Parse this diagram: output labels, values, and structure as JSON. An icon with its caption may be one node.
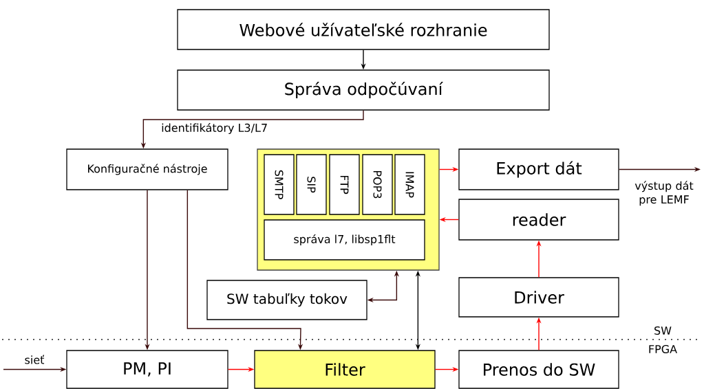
{
  "diagram": {
    "nodes": [
      {
        "text": [
          "Webové užívateľské rozhranie"
        ]
      },
      {
        "text": [
          "Správa odpočúvaní"
        ]
      },
      {
        "text": [
          "Konfiguračné nástroje"
        ]
      },
      {
        "text": [],
        "shape": "box"
      },
      {
        "text": [
          "SMTP"
        ],
        "in": 3
      },
      {
        "text": [
          "SIP"
        ],
        "in": 3
      },
      {
        "text": [
          "FTP"
        ],
        "in": 3
      },
      {
        "text": [
          "POP3"
        ],
        "in": 3
      },
      {
        "text": [
          "IMAP"
        ],
        "in": 3
      },
      {
        "text": [
          "správa l7, libsp1flt"
        ],
        "in": 3
      },
      {
        "text": [
          "Export dát"
        ]
      },
      {
        "text": [
          "reader"
        ]
      },
      {
        "text": [
          "SW tabuľky tokov"
        ]
      },
      {
        "text": [
          "Driver"
        ]
      },
      {
        "text": [
          "PM, PI"
        ]
      },
      {
        "text": [
          "Filter"
        ]
      },
      {
        "text": [
          "Prenos do SW"
        ]
      }
    ],
    "edges": [
      {
        "from": 0,
        "to": 1,
        "arrow": "to",
        "color": "#000000"
      },
      {
        "from": 1,
        "to": 2,
        "arrow": "to",
        "label": "identifikátory L3/L7",
        "color": "#3a0a0a"
      },
      {
        "from": 2,
        "to": 14,
        "arrow": "to",
        "color": "#3a0a0a"
      },
      {
        "from": 2,
        "to": 15,
        "arrow": "to",
        "color": "#3a0a0a"
      },
      {
        "from": null,
        "to": 14,
        "arrow": "to",
        "label": "sieť",
        "color": "#3a0a0a"
      },
      {
        "from": 14,
        "to": 15,
        "arrow": "to",
        "color": "#ff0000"
      },
      {
        "from": 15,
        "to": 16,
        "arrow": "to",
        "color": "#ff0000"
      },
      {
        "from": 16,
        "to": 13,
        "arrow": "to",
        "color": "#ff0000"
      },
      {
        "from": 13,
        "to": 11,
        "arrow": "to",
        "color": "#ff0000"
      },
      {
        "from": 11,
        "to": 3,
        "arrow": "to",
        "color": "#ff0000"
      },
      {
        "from": 3,
        "to": 10,
        "arrow": "to",
        "color": "#ff0000"
      },
      {
        "from": 10,
        "to": null,
        "arrow": "to",
        "label": "výstup dát pre LEMF",
        "color": "#3a0a0a"
      },
      {
        "from": 3,
        "to": 12,
        "arrow": "both",
        "color": "#3a0a0a"
      },
      {
        "from": 3,
        "to": 15,
        "arrow": "both",
        "color": "#000000"
      }
    ],
    "labels": [
      "SW",
      "FPGA"
    ]
  }
}
